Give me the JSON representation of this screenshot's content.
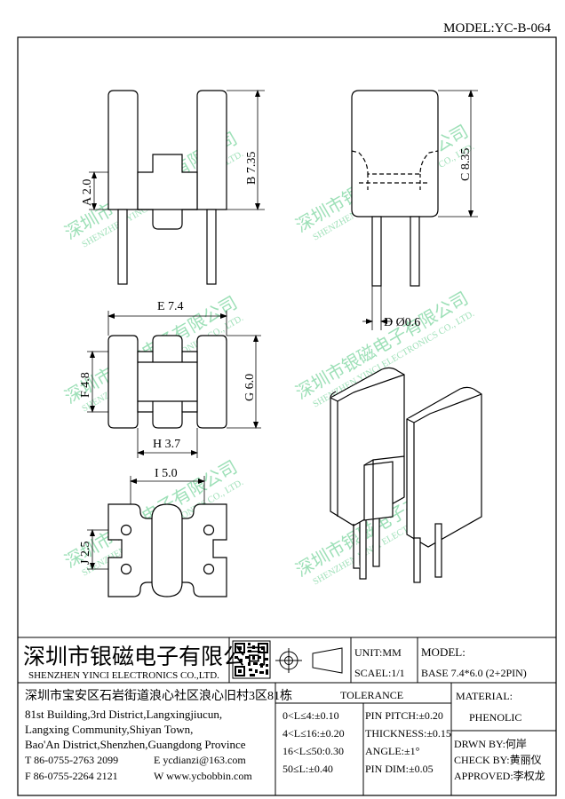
{
  "model": "MODEL:YC-B-064",
  "dims": {
    "a": "A 2.0",
    "b": "B 7.35",
    "c": "C 8.35",
    "d": "D Ø0.6",
    "e": "E 7.4",
    "f": "F 4.8",
    "g": "G 6.0",
    "h": "H 3.7",
    "i": "I 5.0",
    "j": "J 2.5"
  },
  "watermark": {
    "cn": "深圳市银磁电子有限公司",
    "en": "SHENZHEN YINCI ELECTRONICS CO., LTD."
  },
  "company": {
    "name_cn": "深圳市银磁电子有限公司",
    "name_en": "SHENZHEN YINCI ELECTRONICS CO.,LTD.",
    "addr_cn": "深圳市宝安区石岩街道浪心社区浪心旧村3区81栋",
    "addr_en_1": "81st Building,3rd District,Langxingjiucun,",
    "addr_en_2": "Langxing Community,Shiyan Town,",
    "addr_en_3": "Bao'An District,Shenzhen,Guangdong Province",
    "tel": "T 86-0755-2763 2099",
    "fax": "F 86-0755-2264 2121",
    "email": "E ycdianzi@163.com",
    "web": "W www.ycbobbin.com"
  },
  "unit": "UNIT:MM",
  "scale": "SCAEL:1/1",
  "model_label": "MODEL:",
  "model_value": "BASE 7.4*6.0 (2+2PIN)",
  "tolerance": {
    "title": "TOLERANCE",
    "rows": [
      "0<L≤4:±0.10",
      "4<L≤16:±0.20",
      "16<L≤50:0.30",
      "50≤L:±0.40"
    ],
    "specs": [
      "PIN PITCH:±0.20",
      "THICKNESS:±0.15",
      "ANGLE:±1°",
      "PIN DIM:±0.05"
    ]
  },
  "material_label": "MATERIAL:",
  "material_value": "PHENOLIC",
  "drawn": "DRWN BY:何岸",
  "checked": "CHECK BY:黄丽仪",
  "approved": "APPROVED:李权龙"
}
